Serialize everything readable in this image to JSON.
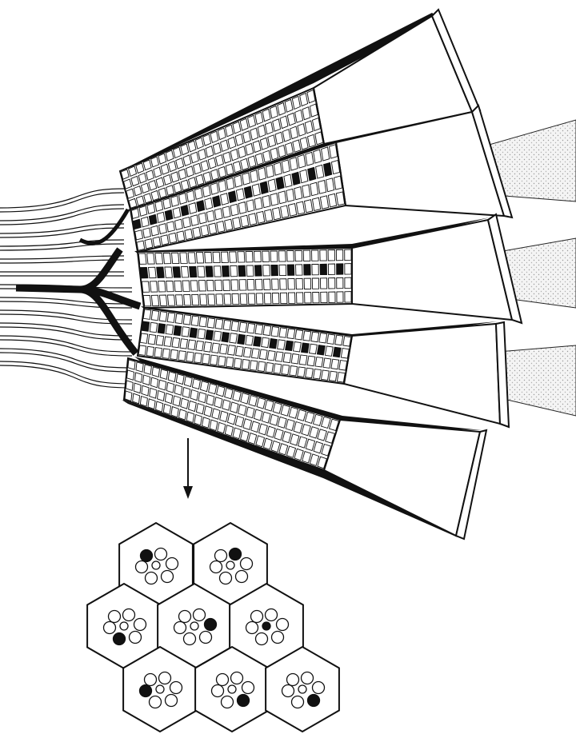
{
  "figure": {
    "background": "#ffffff",
    "ink": "#111111",
    "shade": "#e3e3e3",
    "ommatidia_count": 5,
    "cross_section_cells": 7,
    "rhabdomeres_per_cell": 7
  }
}
